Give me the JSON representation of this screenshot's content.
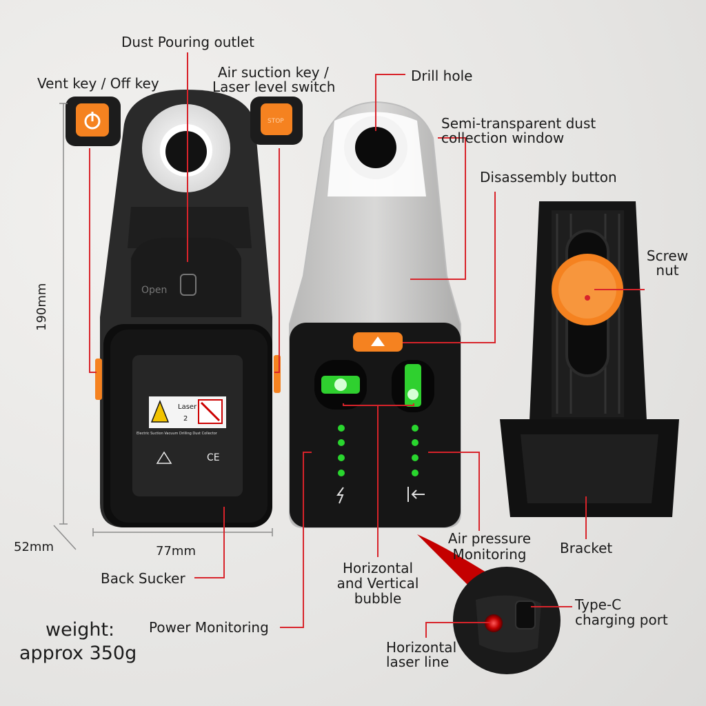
{
  "labels": {
    "dust_pouring_outlet": "Dust Pouring outlet",
    "vent_key": "Vent key / Off key",
    "air_suction_key_1": "Air suction key /",
    "air_suction_key_2": "Laser level switch",
    "drill_hole": "Drill hole",
    "semi_transparent_1": "Semi-transparent dust",
    "semi_transparent_2": "collection window",
    "disassembly_button": "Disassembly button",
    "screw_nut_1": "Screw",
    "screw_nut_2": "nut",
    "bracket": "Bracket",
    "air_pressure_1": "Air pressure",
    "air_pressure_2": "Monitoring",
    "bubble_1": "Horizontal",
    "bubble_2": "and Vertical",
    "bubble_3": "bubble",
    "back_sucker": "Back Sucker",
    "power_monitoring": "Power Monitoring",
    "type_c_1": "Type-C",
    "type_c_2": "charging port",
    "laser_line_1": "Horizontal",
    "laser_line_2": "laser line"
  },
  "dimensions": {
    "height": "190mm",
    "width": "77mm",
    "depth": "52mm"
  },
  "weight": {
    "line1": "weight:",
    "line2": "approx 350g"
  },
  "sticker": {
    "laser_title": "Laser",
    "laser_class": "2",
    "product_name": "Electric Suction Vacuum Drilling Dust Collector",
    "open_text": "Open",
    "ce_mark": "CE"
  },
  "colors": {
    "accent_orange": "#f58220",
    "callout_red": "#d8232a",
    "body_dark": "#262626",
    "led_green": "#29d62e"
  }
}
